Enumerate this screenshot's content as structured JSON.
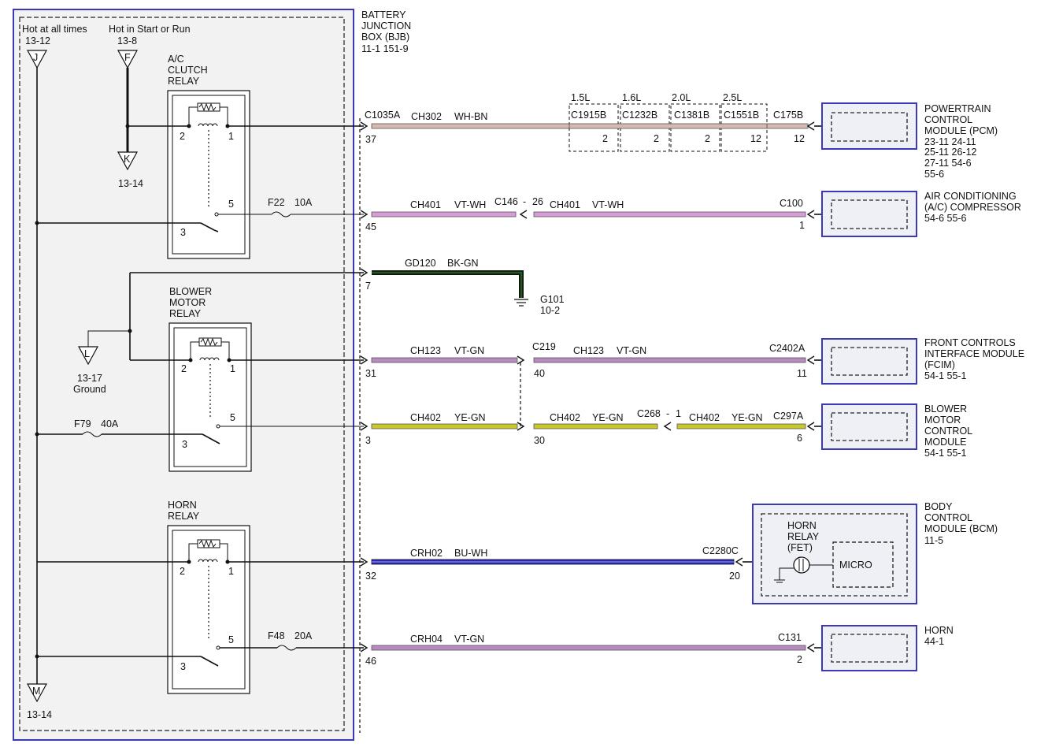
{
  "bjb": {
    "title_lines": [
      "BATTERY",
      "JUNCTION",
      "BOX (BJB)"
    ],
    "refs": "11-1   151-9",
    "hot_always": {
      "label": "Hot at all times",
      "ref": "13-12",
      "letter": "J"
    },
    "hot_run": {
      "label": "Hot in Start or Run",
      "ref": "13-8",
      "letter": "F"
    },
    "k_term": {
      "letter": "K",
      "ref": "13-14"
    },
    "l_term": {
      "letter": "L",
      "ref": "13-17",
      "sub": "Ground"
    },
    "m_term": {
      "letter": "M",
      "ref": "13-14"
    },
    "relays": [
      {
        "name_lines": [
          "A/C",
          "CLUTCH",
          "RELAY"
        ],
        "pin2": "2",
        "pin1": "1",
        "pin5": "5",
        "pin3": "3"
      },
      {
        "name_lines": [
          "BLOWER",
          "MOTOR",
          "RELAY"
        ],
        "pin2": "2",
        "pin1": "1",
        "pin5": "5",
        "pin3": "3"
      },
      {
        "name_lines": [
          "HORN",
          "RELAY"
        ],
        "pin2": "2",
        "pin1": "1",
        "pin5": "5",
        "pin3": "3"
      }
    ],
    "fuses": [
      {
        "id": "F22",
        "rating": "10A"
      },
      {
        "id": "F79",
        "rating": "40A"
      },
      {
        "id": "F48",
        "rating": "20A"
      }
    ]
  },
  "circuits": [
    {
      "connector": "C1035A",
      "circuit": "CH302",
      "color": "WH-BN",
      "pin": "37"
    },
    {
      "circuit": "CH401",
      "color": "VT-WH",
      "pin": "45",
      "inline": "C146",
      "inline_pin": "26",
      "circuit2": "CH401",
      "color2": "VT-WH",
      "end_conn": "C100",
      "end_pin": "1"
    },
    {
      "circuit": "GD120",
      "color": "BK-GN",
      "pin": "7",
      "ground": "G101",
      "ground_ref": "10-2"
    },
    {
      "circuit": "CH123",
      "color": "VT-GN",
      "pin": "31",
      "inline": "C219",
      "inline_pin": "40",
      "circuit2": "CH123",
      "color2": "VT-GN",
      "end_conn": "C2402A",
      "end_pin": "11"
    },
    {
      "circuit": "CH402",
      "color": "YE-GN",
      "pin": "3",
      "inline_pin": "30",
      "circuit2": "CH402",
      "color2": "YE-GN",
      "inline2": "C268",
      "inline2_pin": "1",
      "circuit3": "CH402",
      "color3": "YE-GN",
      "end_conn": "C297A",
      "end_pin": "6"
    },
    {
      "circuit": "CRH02",
      "color": "BU-WH",
      "pin": "32",
      "end_conn": "C2280C",
      "end_pin": "20"
    },
    {
      "circuit": "CRH04",
      "color": "VT-GN",
      "pin": "46",
      "end_conn": "C131",
      "end_pin": "2"
    }
  ],
  "pcm_connectors": [
    {
      "engine": "1.5L",
      "conn": "C1915B",
      "pin": "2"
    },
    {
      "engine": "1.6L",
      "conn": "C1232B",
      "pin": "2"
    },
    {
      "engine": "2.0L",
      "conn": "C1381B",
      "pin": "2"
    },
    {
      "engine": "2.5L",
      "conn": "C1551B",
      "pin": "12"
    }
  ],
  "pcm_end": {
    "conn": "C175B",
    "pin": "12"
  },
  "modules": [
    {
      "name_lines": [
        "POWERTRAIN",
        "CONTROL",
        "MODULE (PCM)"
      ],
      "refs": [
        "23-11   24-11",
        "25-11   26-12",
        "27-11   54-6",
        "55-6"
      ]
    },
    {
      "name_lines": [
        "AIR CONDITIONING",
        "(A/C) COMPRESSOR"
      ],
      "refs": [
        "54-6     55-6"
      ]
    },
    {
      "name_lines": [
        "FRONT CONTROLS",
        "INTERFACE MODULE",
        "(FCIM)"
      ],
      "refs": [
        "54-1     55-1"
      ]
    },
    {
      "name_lines": [
        "BLOWER",
        "MOTOR",
        "CONTROL",
        "MODULE"
      ],
      "refs": [
        "54-1     55-1"
      ]
    },
    {
      "name_lines": [
        "BODY",
        "CONTROL",
        "MODULE (BCM)"
      ],
      "refs": [
        "11-5"
      ]
    },
    {
      "name_lines": [
        "HORN"
      ],
      "refs": [
        "44-1"
      ]
    }
  ],
  "bcm_internal": {
    "fet_lines": [
      "HORN",
      "RELAY",
      "(FET)"
    ],
    "micro": "MICRO"
  },
  "colors": {
    "wh_bn": "#d9b8b0",
    "vt_wh": "#d89ad8",
    "bk_gn": "#1f5a1f",
    "vt_gn": "#b98ac0",
    "ye_gn": "#c8c82a",
    "bu_wh": "#2b2bb8",
    "border_blue": "#3a3ab8"
  }
}
